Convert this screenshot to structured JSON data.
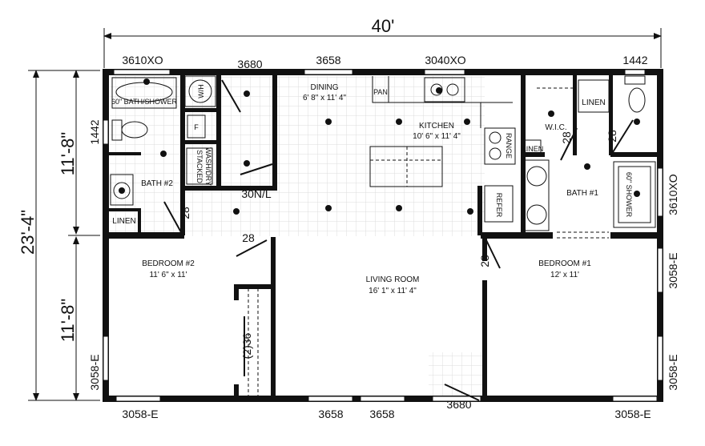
{
  "dimensions": {
    "overall_width": "40'",
    "overall_depth": "23'-4\"",
    "upper_depth": "11'-8\"",
    "lower_depth": "11'-8\""
  },
  "rooms": {
    "dining": {
      "name": "DINING",
      "size": "6' 8\" x 11' 4\""
    },
    "kitchen": {
      "name": "KITCHEN",
      "size": "10' 6\" x 11' 4\""
    },
    "living": {
      "name": "LIVING ROOM",
      "size": "16' 1\" x 11' 4\""
    },
    "bedroom2": {
      "name": "BEDROOM #2",
      "size": "11' 6\" x 11'"
    },
    "bedroom1": {
      "name": "BEDROOM #1",
      "size": "12' x 11'"
    },
    "bath2": {
      "name": "BATH #2"
    },
    "bath1": {
      "name": "BATH #1"
    },
    "wic": {
      "name": "W.I.C."
    }
  },
  "fixtures": {
    "bath_shower": "60\" BATH/SHOWER",
    "shower": "60\" SHOWER",
    "stacked": "STACKED",
    "wash_dry": "WASH/DRY",
    "water_heater": "W/H",
    "furnace": "F",
    "linen": "LINEN",
    "pan": "PAN",
    "range": "RANGE",
    "refer": "REFER"
  },
  "windows": {
    "w_3610xo_top": "3610XO",
    "w_3680_top": "3680",
    "w_3658_top": "3658",
    "w_3040xo": "3040XO",
    "w_1442_top": "1442",
    "w_1442_left": "1442",
    "w_3610xo_right": "3610XO",
    "w_3058e_right1": "3058-E",
    "w_3058e_right2": "3058-E",
    "w_3058e_left": "3058-E",
    "w_3058e_bottom_left": "3058-E",
    "w_3658_bottom1": "3658",
    "w_3658_bottom2": "3658",
    "w_3680_bottom": "3680",
    "w_3058e_bottom_right": "3058-E"
  },
  "doors": {
    "d_28_bath2": "28",
    "d_28_bed2": "28",
    "d_30nl": "30N/L",
    "d_28_wic": "28",
    "d_28_bath1": "28",
    "d_28_bed1": "28",
    "closet": "(2)36"
  }
}
